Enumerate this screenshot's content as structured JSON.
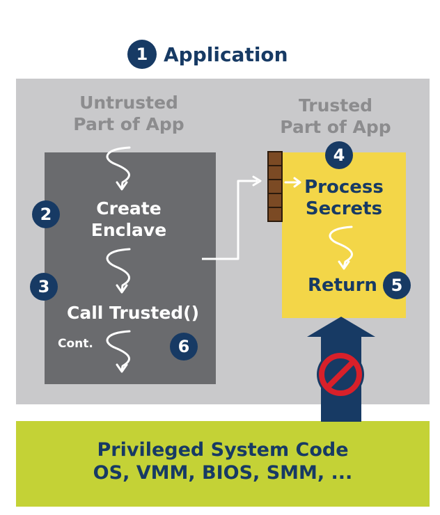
{
  "header": {
    "step": "1",
    "title": "Application"
  },
  "untrusted": {
    "heading_line1": "Untrusted",
    "heading_line2": "Part of App",
    "create_line1": "Create",
    "create_line2": "Enclave",
    "call_label": "Call Trusted()",
    "cont_label": "Cont."
  },
  "trusted": {
    "heading_line1": "Trusted",
    "heading_line2": "Part of App",
    "process_line1": "Process",
    "process_line2": "Secrets",
    "return_label": "Return"
  },
  "steps": {
    "s2": "2",
    "s3": "3",
    "s4": "4",
    "s5": "5",
    "s6": "6"
  },
  "privileged": {
    "line1": "Privileged System Code",
    "line2": "OS, VMM, BIOS, SMM, ..."
  },
  "colors": {
    "navy": "#173a64",
    "panel_gray": "#c9c9cb",
    "untrusted_box": "#6a6b6e",
    "trusted_box": "#f3d648",
    "privileged_band": "#c4d236",
    "block_red": "#d8202a",
    "gate_brown": "#7b4a24"
  }
}
